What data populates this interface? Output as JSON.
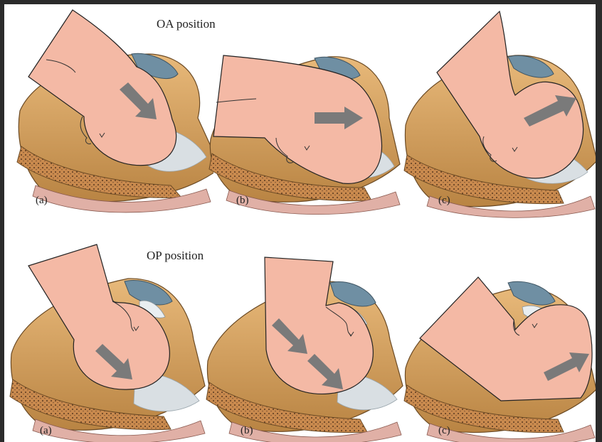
{
  "rows": [
    {
      "title": "OA position",
      "panels": [
        {
          "label": "(a)",
          "arrow_icon": "arrow-down-right"
        },
        {
          "label": "(b)",
          "arrow_icon": "arrow-right"
        },
        {
          "label": "(c)",
          "arrow_icon": "arrow-up-right"
        }
      ]
    },
    {
      "title": "OP position",
      "panels": [
        {
          "label": "(a)",
          "arrow_icon": "arrow-down-right"
        },
        {
          "label": "(b)",
          "arrow_icon": "double-arrow-down-right"
        },
        {
          "label": "(c)",
          "arrow_icon": "arrow-up-right"
        }
      ]
    }
  ],
  "colors": {
    "fetal_skin": "#f4b9a5",
    "bone": "#d7a466",
    "bone_dark": "#b98443",
    "cartilage": "#6f8fa3",
    "soft_tissue": "#c9d3da",
    "arrow": "#7a7a7a",
    "frame": "#2b2b2b"
  }
}
